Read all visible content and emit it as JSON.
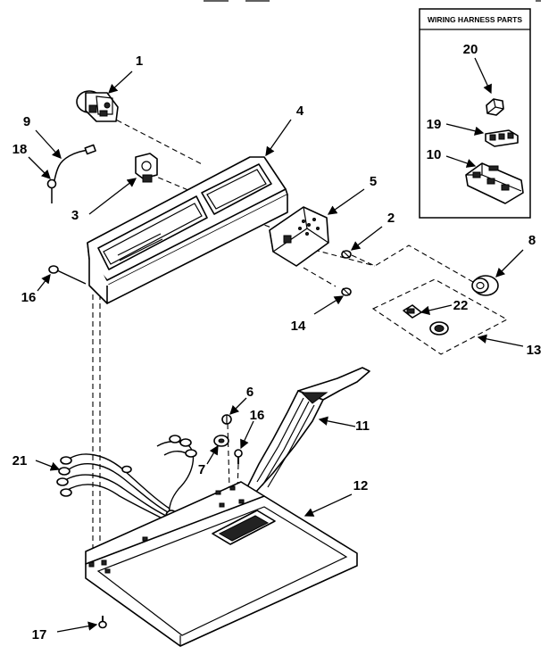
{
  "inset": {
    "title": "WIRING HARNESS PARTS",
    "labels": {
      "p20": "20",
      "p19": "19",
      "p10": "10"
    }
  },
  "labels": {
    "p1": "1",
    "p2": "2",
    "p3": "3",
    "p4": "4",
    "p5": "5",
    "p6": "6",
    "p7": "7",
    "p8": "8",
    "p9": "9",
    "p11": "11",
    "p12": "12",
    "p13": "13",
    "p14": "14",
    "p16a": "16",
    "p16b": "16",
    "p17": "17",
    "p18": "18",
    "p21": "21",
    "p22": "22"
  }
}
